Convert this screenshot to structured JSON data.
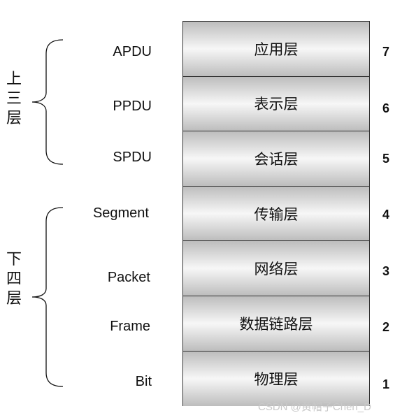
{
  "layers": [
    {
      "name": "应用层",
      "number": "7",
      "pdu": "APDU"
    },
    {
      "name": "表示层",
      "number": "6",
      "pdu": "PPDU"
    },
    {
      "name": "会话层",
      "number": "5",
      "pdu": "SPDU"
    },
    {
      "name": "传输层",
      "number": "4",
      "pdu": "Segment"
    },
    {
      "name": "网络层",
      "number": "3",
      "pdu": "Packet"
    },
    {
      "name": "数据链路层",
      "number": "2",
      "pdu": "Frame"
    },
    {
      "name": "物理层",
      "number": "1",
      "pdu": "Bit"
    }
  ],
  "groups": {
    "upper": {
      "chars": [
        "上",
        "三",
        "层"
      ]
    },
    "lower": {
      "chars": [
        "下",
        "四",
        "层"
      ]
    }
  },
  "watermark": "CSDN @黄帽子Chen_D"
}
